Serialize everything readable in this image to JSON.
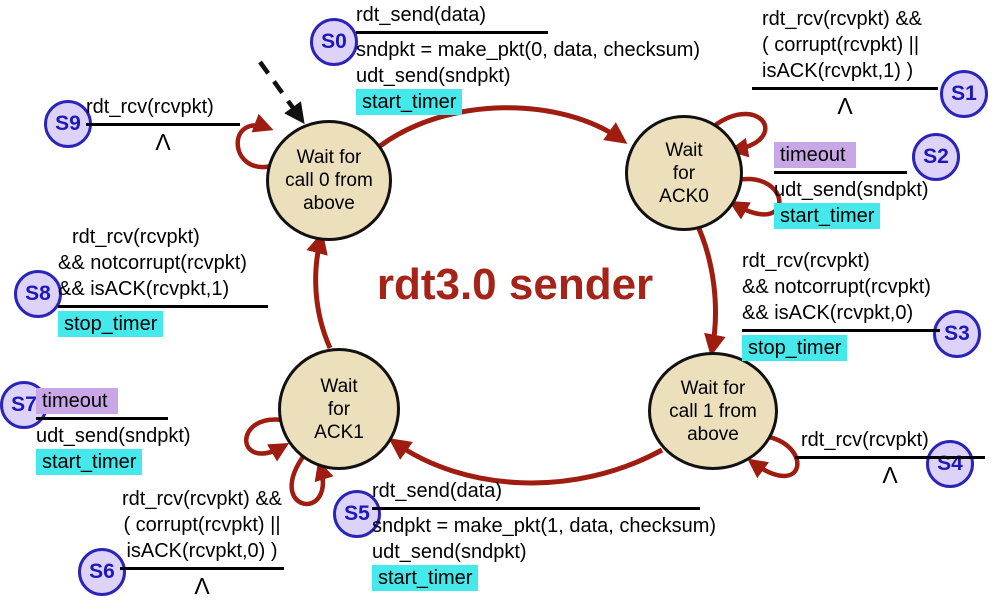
{
  "diagram": {
    "title": "rdt3.0 sender",
    "colors": {
      "arrow_red": "#9e1c10",
      "title_red": "#a5241a",
      "state_fill": "#ecdfbc",
      "badge_fill": "#ddd2f8",
      "badge_border": "#2a25b8",
      "highlight_cyan": "#45e9ec",
      "highlight_purple": "#c9a7e7"
    },
    "states": [
      {
        "id": "wait-call0",
        "lines": [
          "Wait for",
          "call 0 from",
          "above"
        ]
      },
      {
        "id": "wait-ack0",
        "lines": [
          "Wait",
          "for",
          "ACK0"
        ]
      },
      {
        "id": "wait-call1",
        "lines": [
          "Wait for",
          "call 1 from",
          "above"
        ]
      },
      {
        "id": "wait-ack1",
        "lines": [
          "Wait",
          "for",
          "ACK1"
        ]
      }
    ],
    "annotations": [
      {
        "badge": "S0",
        "cond": [
          "rdt_send(data)"
        ],
        "act": [
          "sndpkt = make_pkt(0, data, checksum)",
          "udt_send(sndpkt)",
          "start_timer"
        ]
      },
      {
        "badge": "S1",
        "cond": [
          "rdt_rcv(rcvpkt) &&",
          "( corrupt(rcvpkt) ||",
          "isACK(rcvpkt,1) )"
        ],
        "act": [
          "Λ"
        ]
      },
      {
        "badge": "S2",
        "cond": [
          "timeout"
        ],
        "act": [
          "udt_send(sndpkt)",
          "start_timer"
        ]
      },
      {
        "badge": "S3",
        "cond": [
          "rdt_rcv(rcvpkt)",
          "&& notcorrupt(rcvpkt)",
          "&& isACK(rcvpkt,0)"
        ],
        "act": [
          "stop_timer"
        ]
      },
      {
        "badge": "S4",
        "cond": [
          "rdt_rcv(rcvpkt)"
        ],
        "act": [
          "Λ"
        ]
      },
      {
        "badge": "S5",
        "cond": [
          "rdt_send(data)"
        ],
        "act": [
          "sndpkt = make_pkt(1, data, checksum)",
          "udt_send(sndpkt)",
          "start_timer"
        ]
      },
      {
        "badge": "S6",
        "cond": [
          "rdt_rcv(rcvpkt) &&",
          "( corrupt(rcvpkt) ||",
          "isACK(rcvpkt,0) )"
        ],
        "act": [
          "Λ"
        ]
      },
      {
        "badge": "S7",
        "cond": [
          "timeout"
        ],
        "act": [
          "udt_send(sndpkt)",
          "start_timer"
        ]
      },
      {
        "badge": "S8",
        "cond": [
          "rdt_rcv(rcvpkt)",
          "&& notcorrupt(rcvpkt)",
          "&& isACK(rcvpkt,1)"
        ],
        "act": [
          "stop_timer"
        ]
      },
      {
        "badge": "S9",
        "cond": [
          "rdt_rcv(rcvpkt)"
        ],
        "act": [
          "Λ"
        ]
      }
    ]
  }
}
